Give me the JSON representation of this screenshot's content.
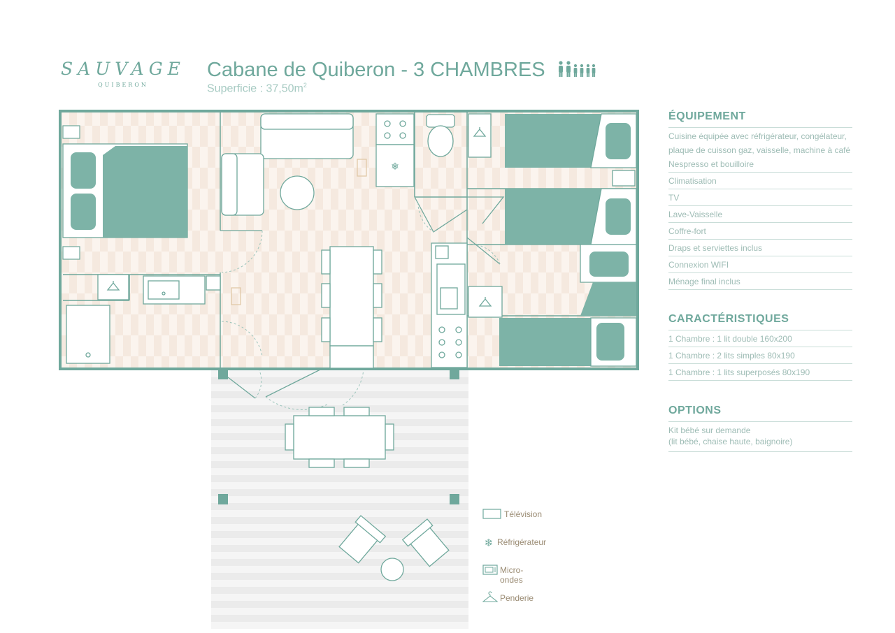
{
  "brand": {
    "name": "SAUVAGE",
    "location": "QUIBERON"
  },
  "header": {
    "title": "Cabane de Quiberon - 3 CHAMBRES",
    "area_label": "Superficie : 37,50m",
    "area_unit_sup": "2",
    "people_icon": "people-icon"
  },
  "equipment": {
    "title": "ÉQUIPEMENT",
    "items": [
      "Cuisine équipée avec réfrigérateur, congélateur, plaque de cuisson gaz, vaisselle, machine à café Nespresso et bouilloire",
      "Climatisation",
      "TV",
      "Lave-Vaisselle",
      "Coffre-fort",
      "Draps et serviettes inclus",
      "Connexion WIFI",
      "Ménage final inclus"
    ]
  },
  "characteristics": {
    "title": "CARACTÉRISTIQUES",
    "items": [
      "1 Chambre : 1 lit double 160x200",
      "1 Chambre : 2 lits simples 80x190",
      "1 Chambre : 1 lits superposés 80x190"
    ]
  },
  "options": {
    "title": "OPTIONS",
    "items": [
      "Kit bébé sur demande",
      "(lit bébé, chaise haute, baignoire)"
    ]
  },
  "legend": [
    {
      "label": "Télévision",
      "icon": "tv-icon"
    },
    {
      "label": "Réfrigérateur",
      "icon": "fridge-icon"
    },
    {
      "label": "Micro-ondes",
      "icon": "microwave-icon"
    },
    {
      "label": "Penderie",
      "icon": "hanger-icon"
    }
  ],
  "colors": {
    "teal": "#6fa89c",
    "teal_fill": "#7db3a7",
    "light_text": "#9ebcb5",
    "floor": "#f7eee6",
    "deck": "#ececec",
    "legend_text": "#9a8b73"
  }
}
